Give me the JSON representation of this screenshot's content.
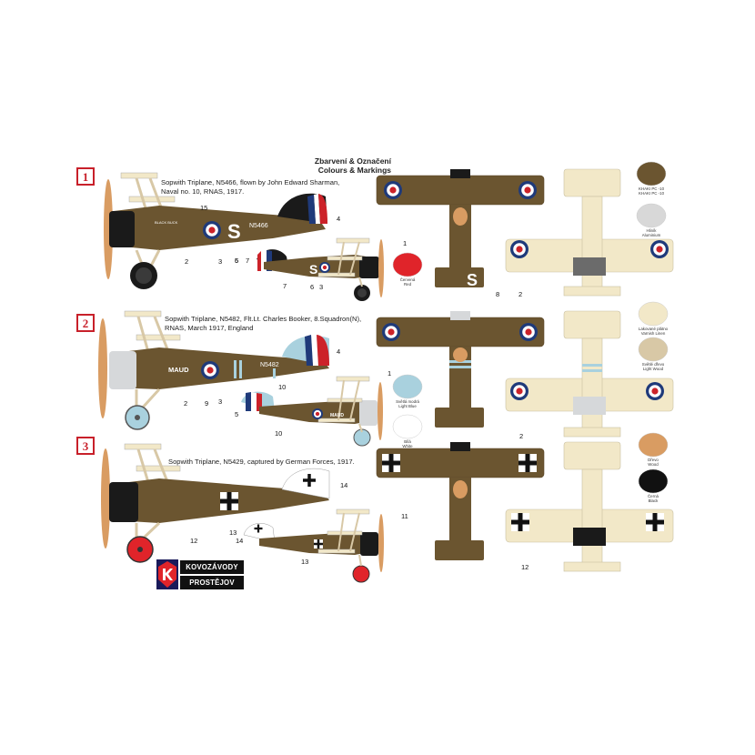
{
  "header": {
    "title_cz": "Zbarvení & Označení",
    "title_en": "Colours & Markings"
  },
  "schemes": [
    {
      "number": "1",
      "caption_line1": "Sopwith Triplane, N5466, flown by John Edward Sharman,",
      "caption_line2": "Naval no. 10, RNAS, 1917.",
      "serial": "N5466",
      "code_letter": "S",
      "nose_text": "BLACK BUCK",
      "callouts": [
        "15",
        "2",
        "3",
        "6",
        "7",
        "5",
        "4",
        "7",
        "6",
        "3",
        "1",
        "8",
        "2"
      ]
    },
    {
      "number": "2",
      "caption_line1": "Sopwith Triplane, N5482, Flt.Lt. Charles Booker, 8.Squadron(N),",
      "caption_line2": "RNAS, March 1917, England",
      "serial": "N5482",
      "name": "MAUD",
      "callouts": [
        "4",
        "10",
        "2",
        "9",
        "3",
        "5",
        "10",
        "1",
        "2"
      ]
    },
    {
      "number": "3",
      "caption_line1": "Sopwith Triplane, N5429, captured by German Forces, 1917.",
      "caption_line2": "",
      "callouts": [
        "14",
        "12",
        "13",
        "14",
        "13",
        "11",
        "12"
      ]
    }
  ],
  "swatches": [
    {
      "cz": "KHAKI PC -10",
      "en": "KHAKI PC -10",
      "color": "#6b5530"
    },
    {
      "cz": "Hliník",
      "en": "Aluminium",
      "color": "#d8d8d8"
    },
    {
      "cz": "Červená",
      "en": "Red",
      "color": "#e0242a"
    },
    {
      "cz": "Lakované plátno",
      "en": "Varnish Linen",
      "color": "#f2e8c8"
    },
    {
      "cz": "Světlé dřevo",
      "en": "Light Wood",
      "color": "#d8c8a6"
    },
    {
      "cz": "Světlá modrá",
      "en": "Light Blue",
      "color": "#a9d1de"
    },
    {
      "cz": "Bílá",
      "en": "White",
      "color": "#ffffff"
    },
    {
      "cz": "Dřevo",
      "en": "Wood",
      "color": "#d99c62"
    },
    {
      "cz": "Černá",
      "en": "Black",
      "color": "#111111"
    }
  ],
  "logo": {
    "line1": "KOVOZÁVODY",
    "line2": "PROSTĚJOV"
  },
  "colors": {
    "khaki": "#6b5530",
    "linen": "#f2e8c8",
    "wood": "#d99c62",
    "roundel_blue": "#1f3a7a",
    "roundel_red": "#cc2229",
    "badge_red": "#c8202a",
    "cowl_black": "#1a1a1a",
    "aluminium": "#d6d8da",
    "light_blue": "#a9d1de"
  }
}
